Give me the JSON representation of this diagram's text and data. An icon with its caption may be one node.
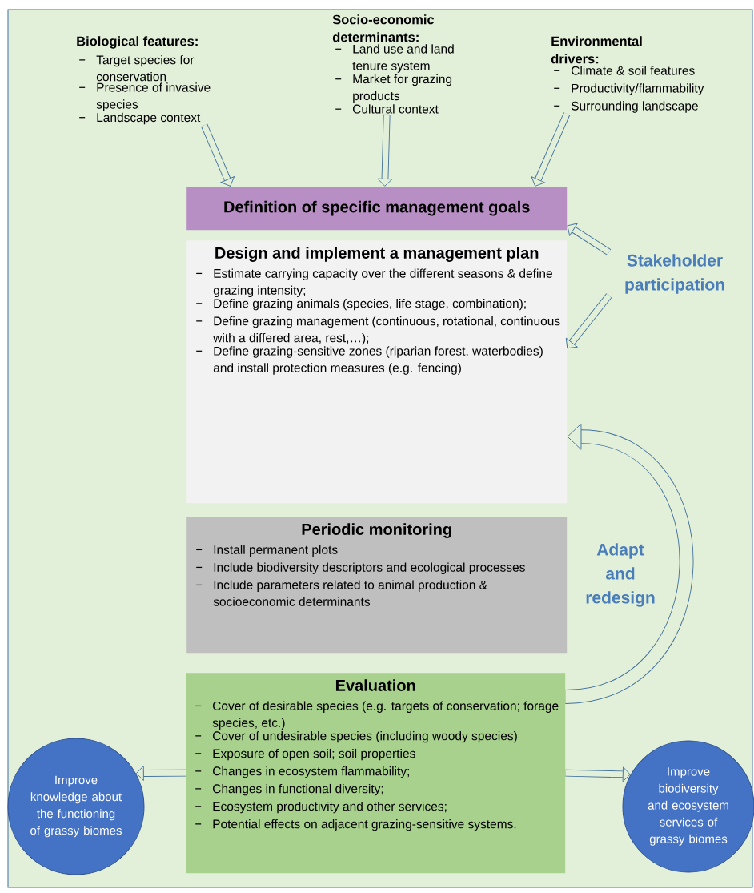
{
  "diagram": {
    "nodes": [
      {
        "text": [
          "Biological features:",
          "Target species for conservation",
          "Presence of invasive species",
          "Landscape context"
        ]
      },
      {
        "text": [
          "Socio-economic determinants:",
          "Land use and land tenure system",
          "Market for grazing products",
          "Cultural context"
        ]
      },
      {
        "text": [
          "Environmental drivers:",
          "Climate & soil features",
          "Productivity/flammability",
          "Surrounding landscape"
        ]
      },
      {
        "text": [
          "Definition of specific management goals"
        ]
      },
      {
        "text": [
          "Design and implement a management plan",
          "Estimate carrying capacity over the different seasons & define grazing intensity;",
          "Define grazing animals (species, life stage, combination);",
          "Define grazing management (continuous, rotational, continuous with a differed area, rest,…);",
          "Define grazing-sensitive zones (riparian forest, waterbodies) and install protection measures (e.g. fencing)"
        ]
      },
      {
        "text": [
          "Periodic monitoring",
          "Install permanent plots",
          "Include biodiversity descriptors and ecological processes",
          "Include parameters related to animal production & socioeconomic determinants"
        ]
      },
      {
        "text": [
          "Evaluation",
          "Cover of desirable species (e.g. targets of conservation; forage species, etc.)",
          "Cover of undesirable species (including woody species)",
          "Exposure of open soil; soil properties",
          "Changes in ecosystem flammability;",
          "Changes in functional diversity;",
          "Ecosystem productivity and other services;",
          "Potential effects on adjacent grazing-sensitive systems."
        ]
      },
      {
        "text": [
          "Improve knowledge about the functioning of grassy biomes"
        ]
      },
      {
        "text": [
          "Improve biodiversity and ecosystem services of grassy biomes"
        ]
      },
      {
        "text": [
          "Stakeholder participation"
        ]
      }
    ],
    "edges": [
      {
        "from": 0,
        "to": 3,
        "arrow": "to"
      },
      {
        "from": 1,
        "to": 3,
        "arrow": "to"
      },
      {
        "from": 2,
        "to": 3,
        "arrow": "to"
      },
      {
        "from": 9,
        "to": 3,
        "arrow": "to"
      },
      {
        "from": 9,
        "to": 4,
        "arrow": "to"
      },
      {
        "from": 6,
        "to": 4,
        "arrow": "to",
        "label": "Adapt and redesign",
        "style": "thick"
      },
      {
        "from": 6,
        "to": 7,
        "arrow": "to"
      },
      {
        "from": 6,
        "to": 8,
        "arrow": "to"
      }
    ]
  }
}
